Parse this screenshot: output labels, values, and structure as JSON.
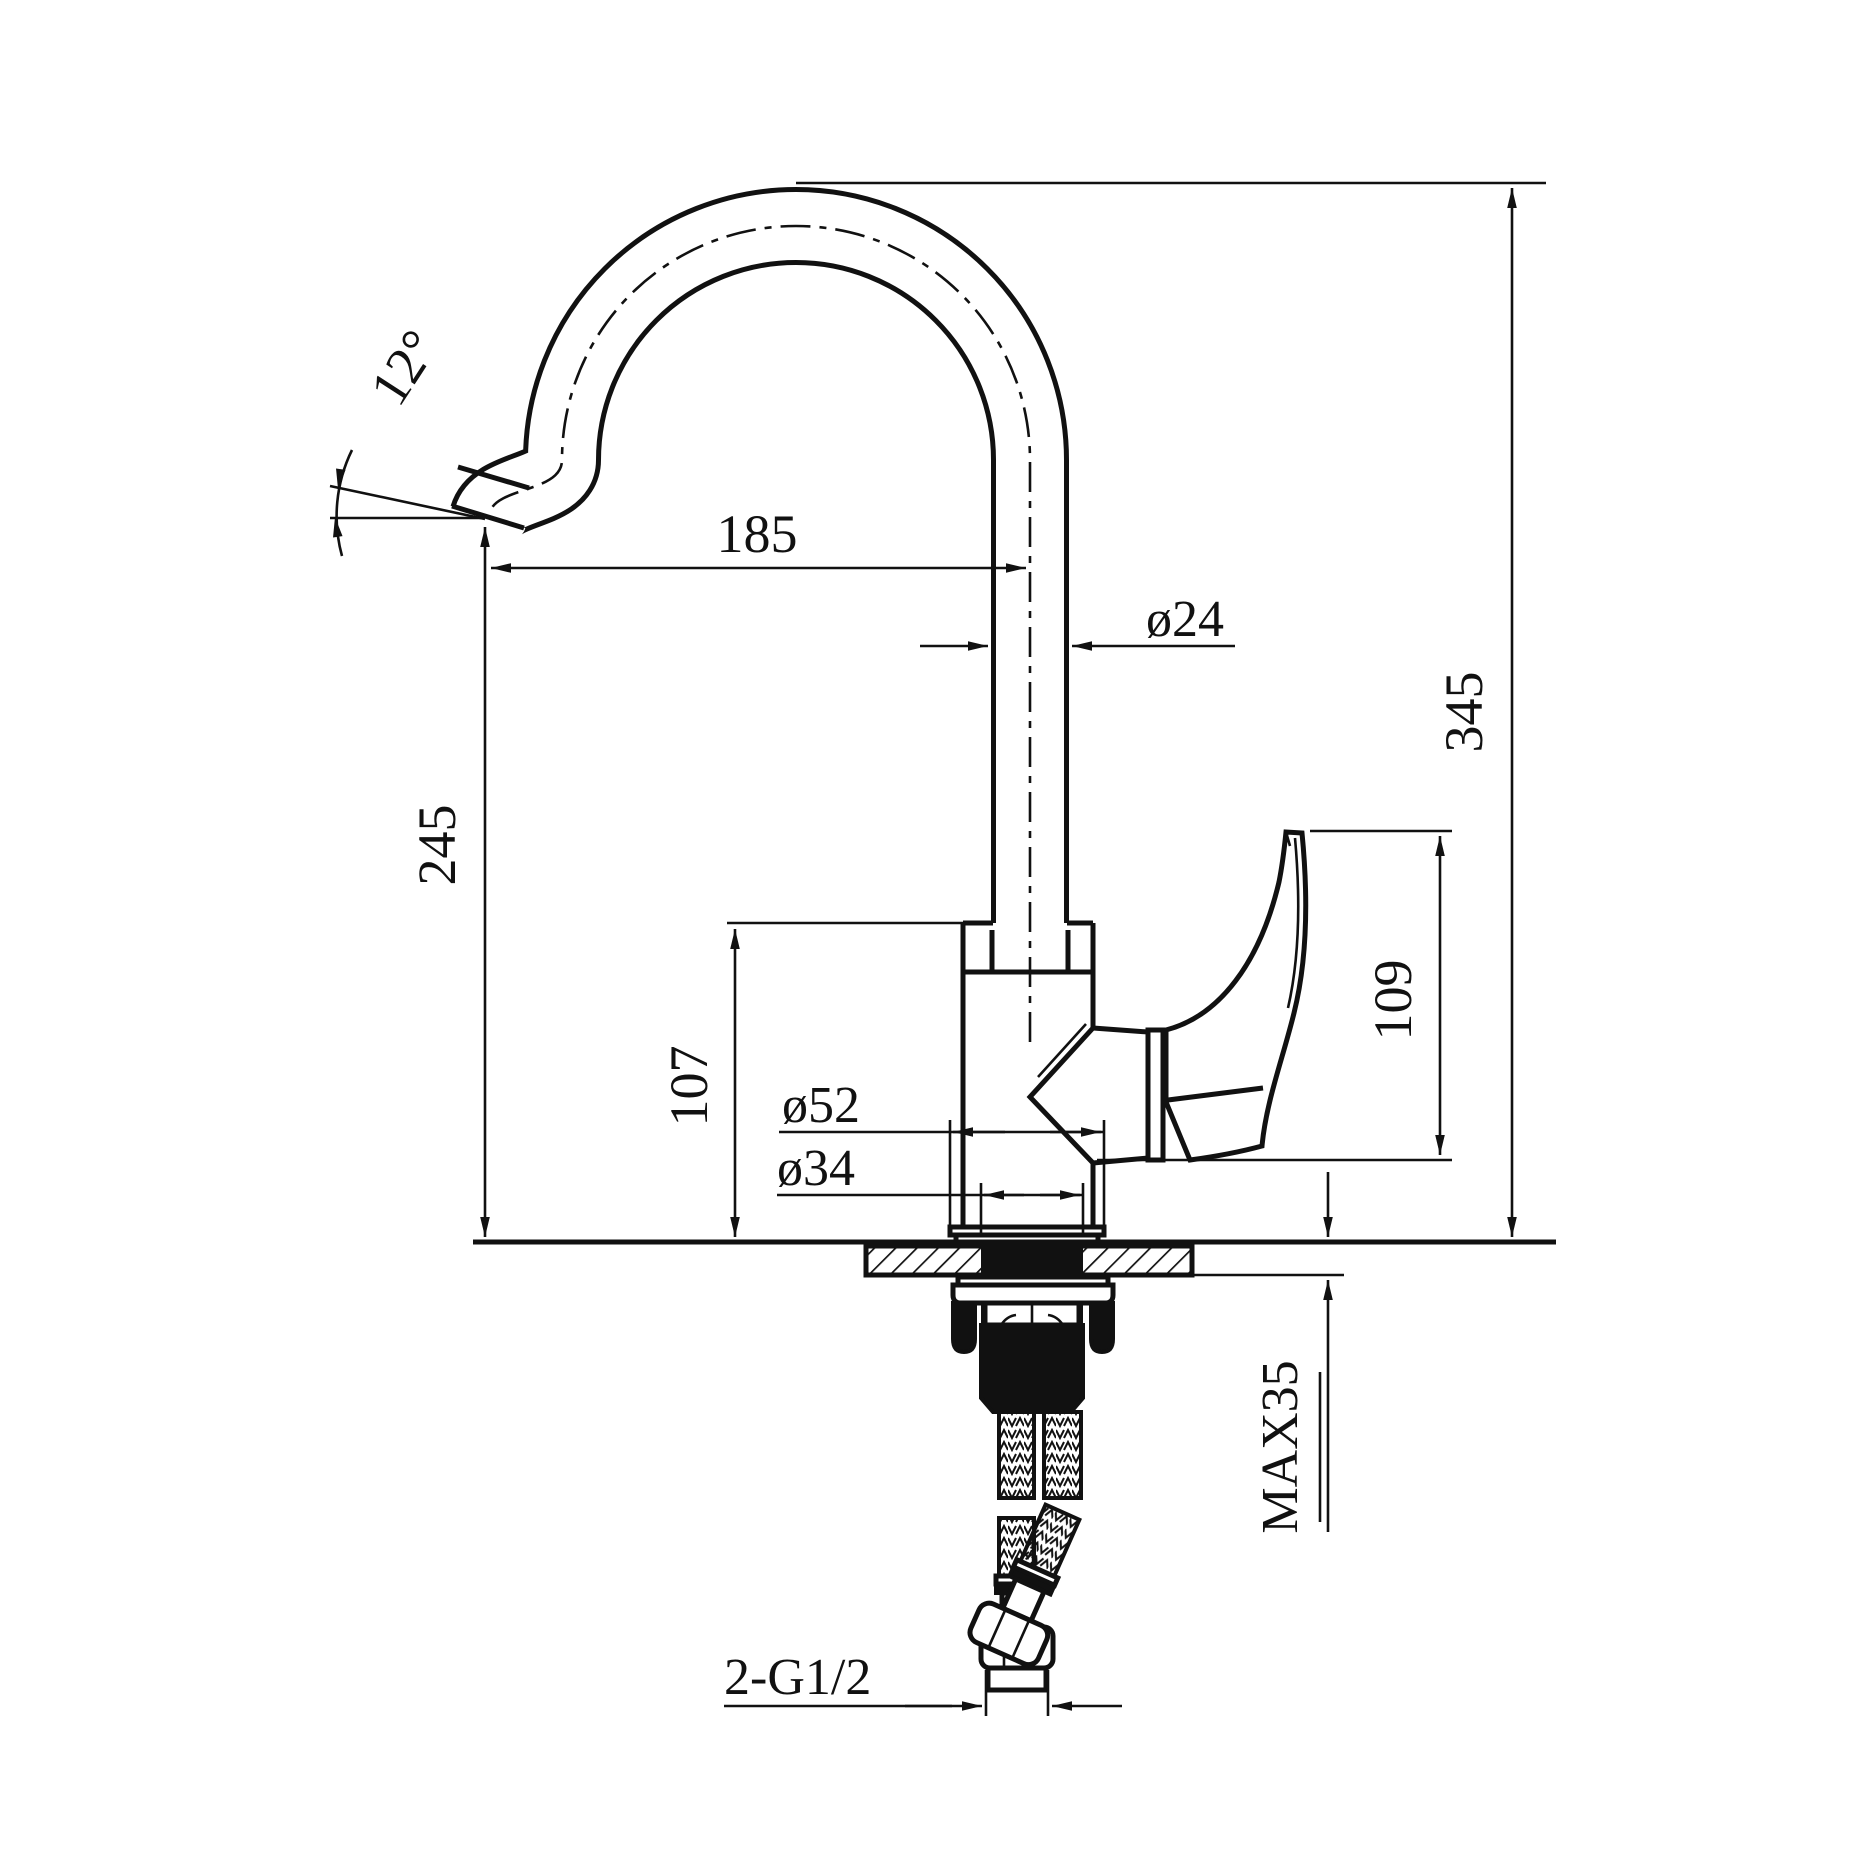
{
  "page": {
    "background": "#ffffff",
    "ink": "#111111",
    "kind": "technical dimension drawing",
    "subject": "single-lever kitchen sink mixer faucet, side elevation with installation dimensions"
  },
  "drawing": {
    "units": "mm",
    "labels": {
      "spout_tilt_angle": "12°",
      "spout_reach": "185",
      "spout_pipe_diameter": "ø24",
      "overall_height": "345",
      "spout_outlet_height": "245",
      "body_height_above_deck": "107",
      "base_diameter": "ø52",
      "shank_diameter": "ø34",
      "handle_height": "109",
      "max_deck_thickness": "MAX35",
      "supply_connections": "2-G1/2"
    }
  }
}
